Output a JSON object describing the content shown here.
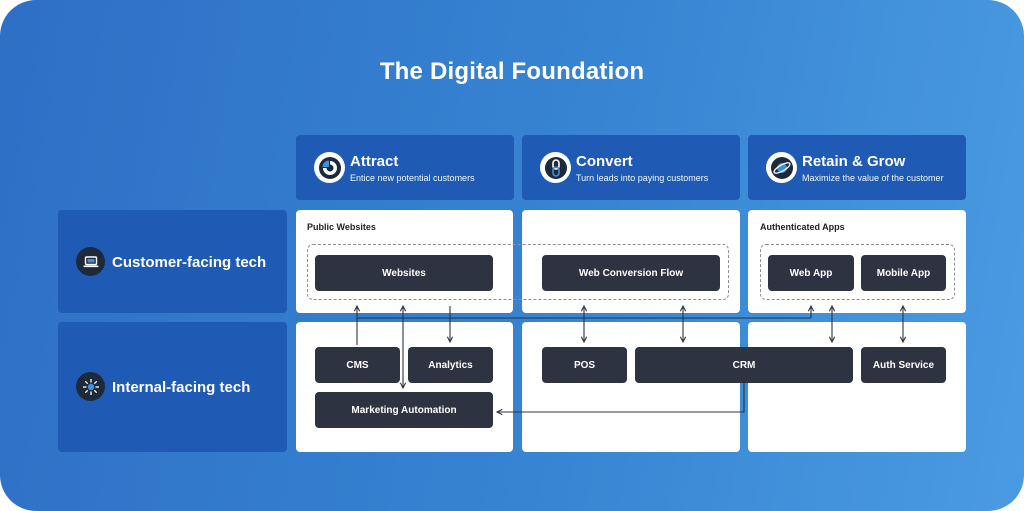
{
  "title": "The Digital Foundation",
  "columns": [
    {
      "title": "Attract",
      "subtitle": "Entice new potential customers",
      "icon": "pie-chart-icon"
    },
    {
      "title": "Convert",
      "subtitle": "Turn leads into paying customers",
      "icon": "link-icon"
    },
    {
      "title": "Retain & Grow",
      "subtitle": "Maximize the value of the customer",
      "icon": "planet-icon"
    }
  ],
  "rows": [
    {
      "label": "Customer-facing tech",
      "icon": "laptop-icon"
    },
    {
      "label": "Internal-facing tech",
      "icon": "hub-icon"
    }
  ],
  "groups": {
    "public": "Public Websites",
    "authenticated": "Authenticated Apps"
  },
  "nodes": {
    "websites": "Websites",
    "web_conversion_flow": "Web Conversion Flow",
    "web_app": "Web App",
    "mobile_app": "Mobile App",
    "cms": "CMS",
    "analytics": "Analytics",
    "marketing_automation": "Marketing Automation",
    "pos": "POS",
    "crm": "CRM",
    "auth_service": "Auth Service"
  },
  "colors": {
    "background_start": "#2e6fc6",
    "background_end": "#4a9be2",
    "header": "#1f5ab5",
    "node": "#2d3340",
    "panel": "#ffffff",
    "arrow": "#2d3340"
  }
}
